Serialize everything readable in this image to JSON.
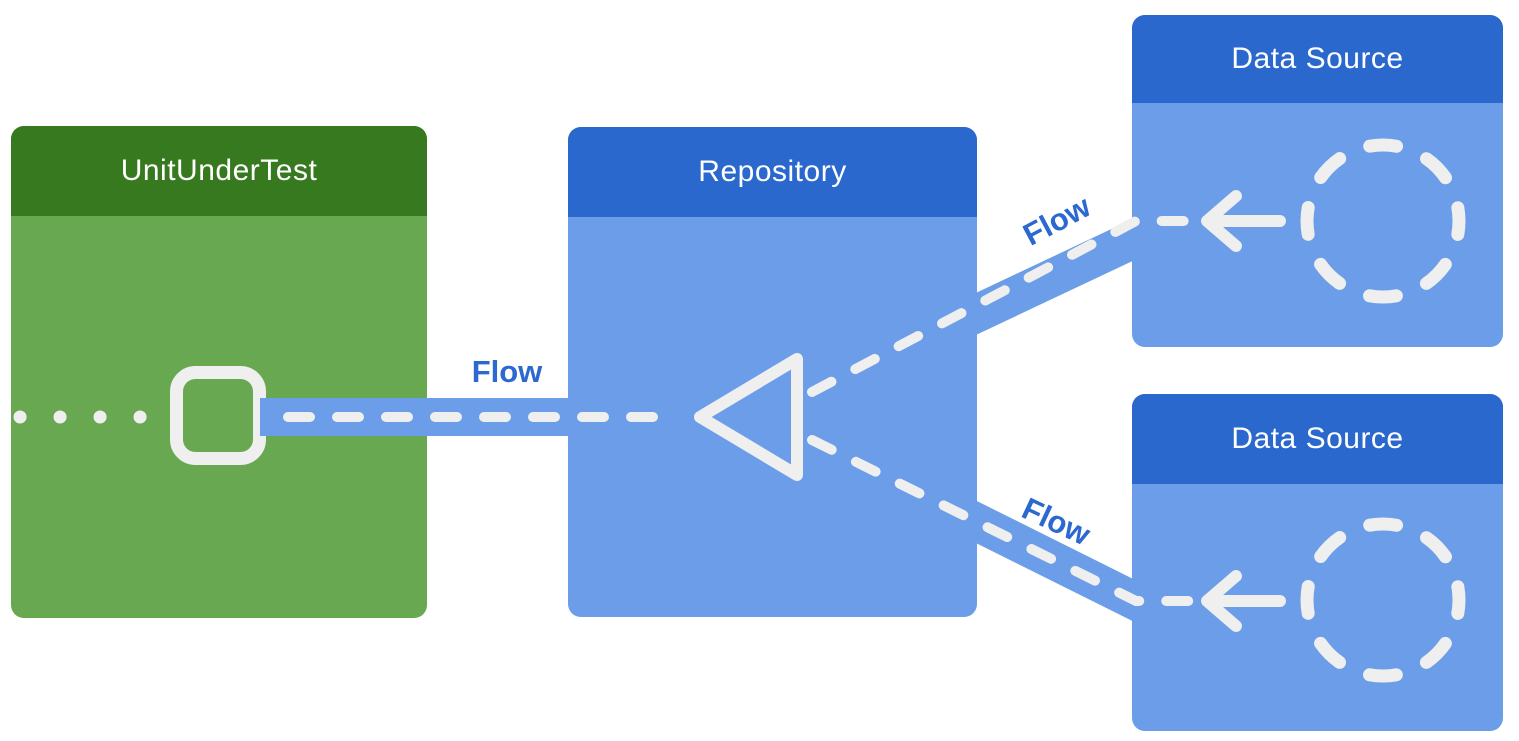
{
  "boxes": {
    "unit_under_test": {
      "title": "UnitUnderTest"
    },
    "repository": {
      "title": "Repository"
    },
    "data_source_top": {
      "title": "Data Source"
    },
    "data_source_bottom": {
      "title": "Data Source"
    }
  },
  "flow_labels": {
    "left": "Flow",
    "upper_right": "Flow",
    "lower_right": "Flow"
  },
  "icons": {
    "emission_dots": "dotted-emission-line-icon",
    "operator_square": "square-operator-icon",
    "collector_triangle": "triangle-collector-icon",
    "source_arrow_top": "arrow-left-icon",
    "source_arrow_bottom": "arrow-left-icon",
    "source_circle_top": "dashed-circle-source-icon",
    "source_circle_bottom": "dashed-circle-source-icon"
  },
  "colors": {
    "background": "#FFFFFF",
    "title-text": "#FFFFFF",
    "green-header": "#37791F",
    "green-body": "#67A851",
    "blue-header": "#2A68CD",
    "blue-body": "#6B9DE8",
    "flow-band": "#6B9DE8",
    "dash": "#EFEFEF",
    "flow-label": "#2B68D0"
  }
}
